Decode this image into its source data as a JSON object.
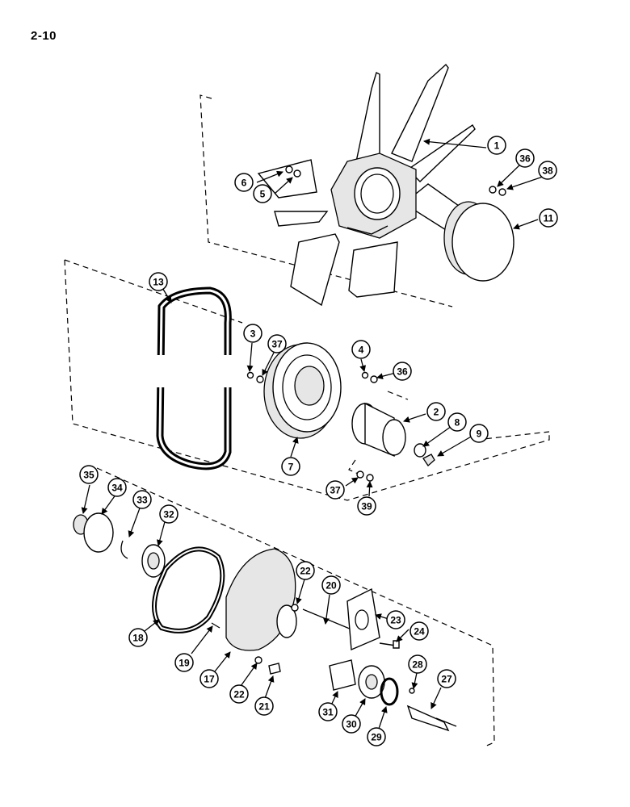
{
  "page": {
    "number": "2-10"
  },
  "callouts": [
    "1",
    "2",
    "3",
    "4",
    "5",
    "6",
    "7",
    "8",
    "9",
    "11",
    "13",
    "17",
    "18",
    "19",
    "20",
    "21",
    "22",
    "22",
    "23",
    "24",
    "27",
    "28",
    "29",
    "30",
    "31",
    "32",
    "33",
    "34",
    "35",
    "36",
    "36",
    "37",
    "37",
    "38",
    "39"
  ]
}
